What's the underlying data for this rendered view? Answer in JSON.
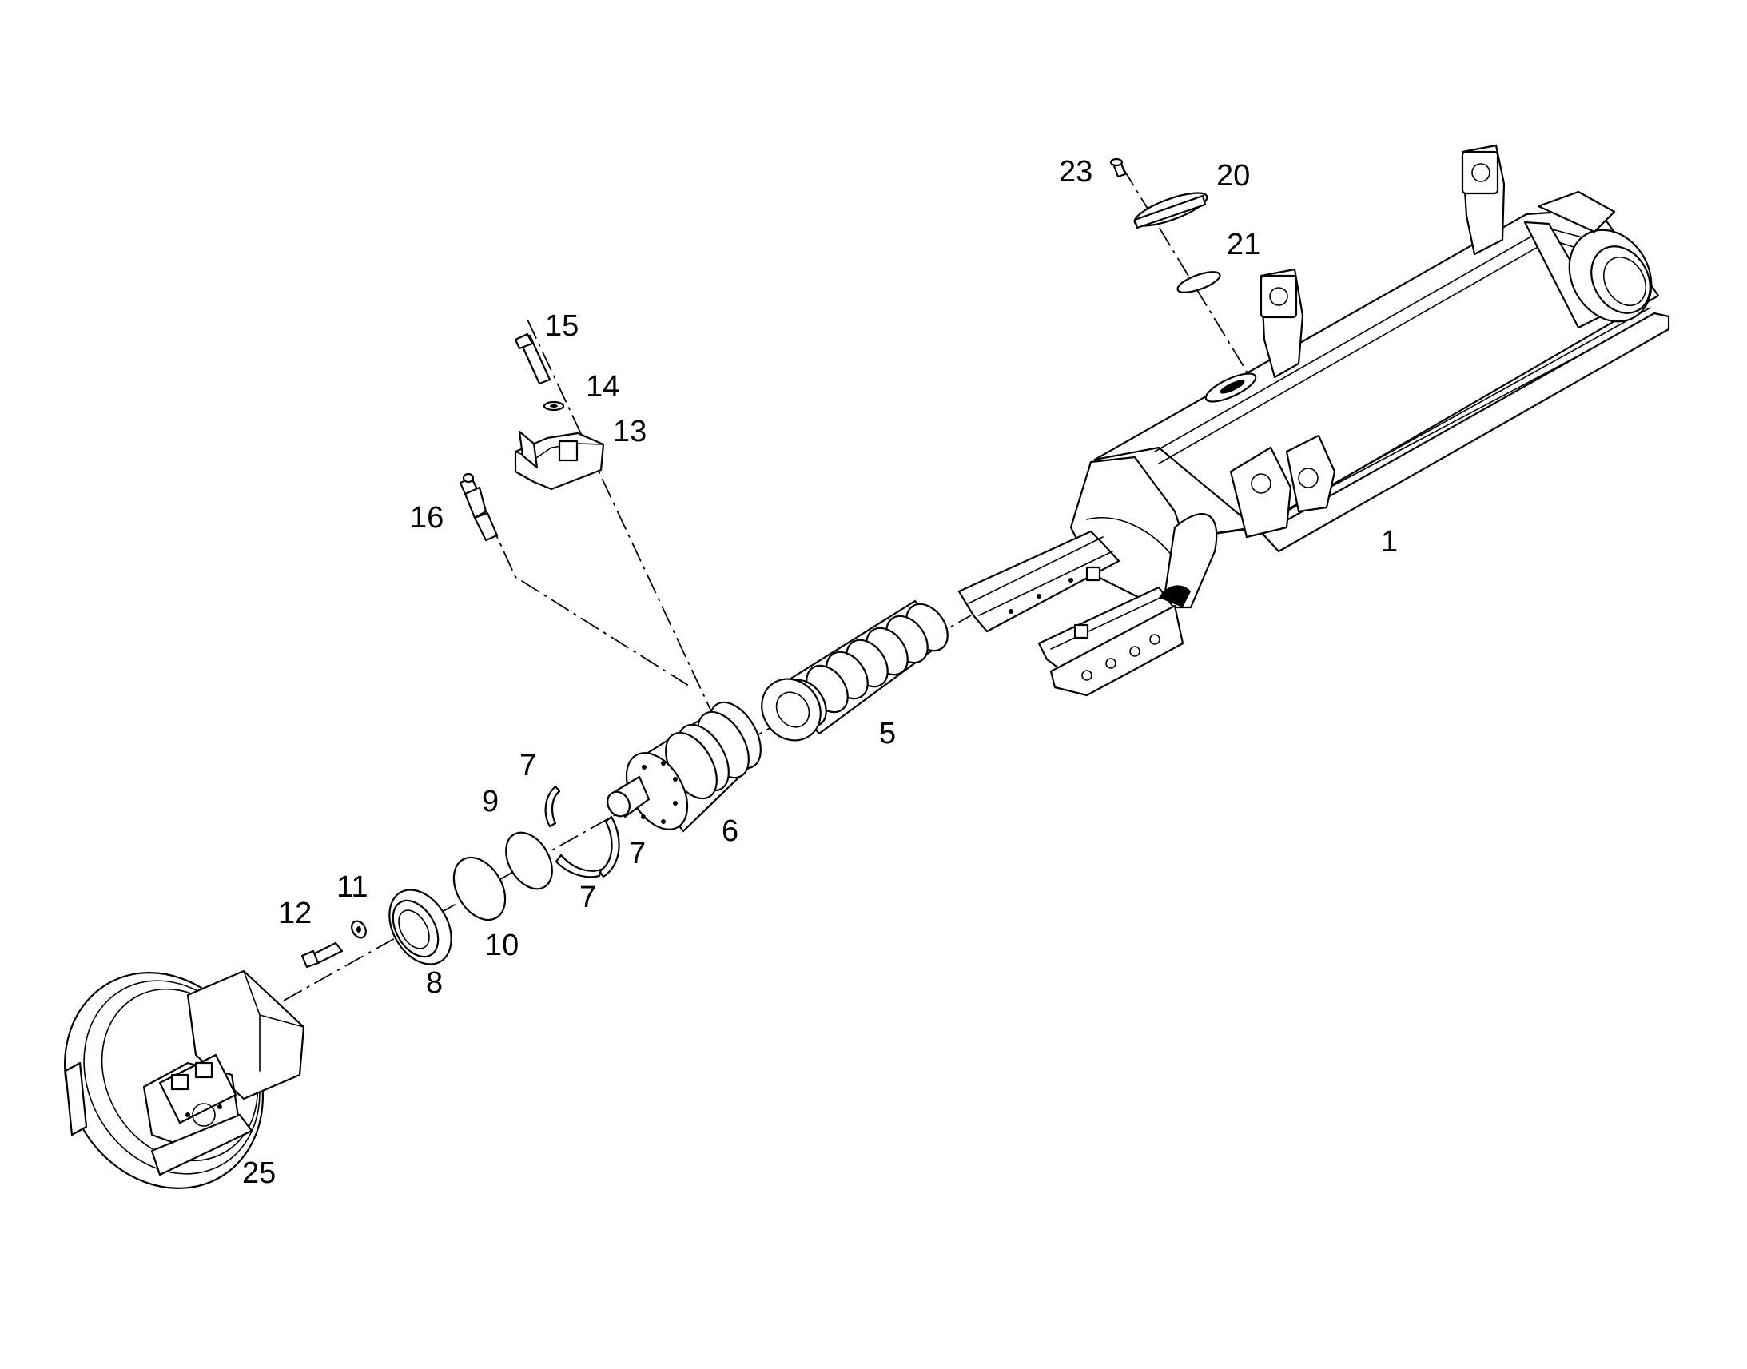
{
  "diagram": {
    "type": "exploded-parts-view",
    "callouts": [
      {
        "id": "c1",
        "label": "1"
      },
      {
        "id": "c5",
        "label": "5"
      },
      {
        "id": "c6",
        "label": "6"
      },
      {
        "id": "c7a",
        "label": "7"
      },
      {
        "id": "c7b",
        "label": "7"
      },
      {
        "id": "c7c",
        "label": "7"
      },
      {
        "id": "c8",
        "label": "8"
      },
      {
        "id": "c9",
        "label": "9"
      },
      {
        "id": "c10",
        "label": "10"
      },
      {
        "id": "c11",
        "label": "11"
      },
      {
        "id": "c12",
        "label": "12"
      },
      {
        "id": "c13",
        "label": "13"
      },
      {
        "id": "c14",
        "label": "14"
      },
      {
        "id": "c15",
        "label": "15"
      },
      {
        "id": "c16",
        "label": "16"
      },
      {
        "id": "c20",
        "label": "20"
      },
      {
        "id": "c21",
        "label": "21"
      },
      {
        "id": "c23",
        "label": "23"
      },
      {
        "id": "c25",
        "label": "25"
      }
    ]
  }
}
